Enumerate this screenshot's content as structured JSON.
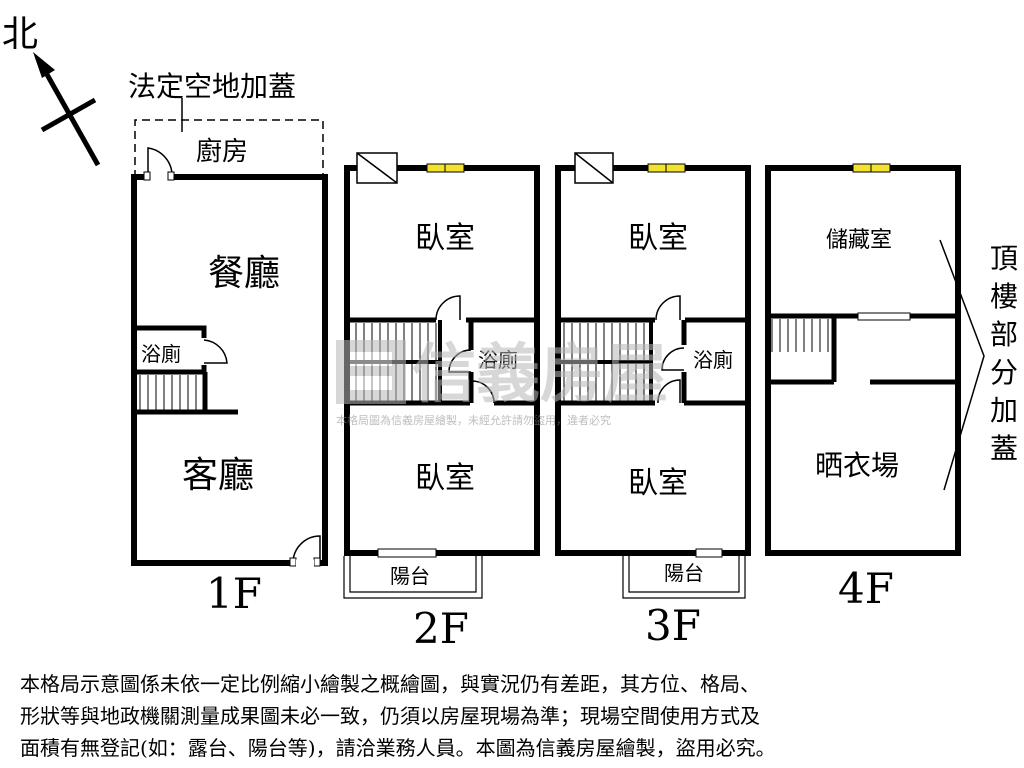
{
  "compass": {
    "label": "北"
  },
  "floor1": {
    "annex_label": "法定空地加蓋",
    "kitchen": "廚房",
    "dining": "餐廳",
    "bath": "浴廁",
    "living": "客廳",
    "floor_label": "1F"
  },
  "floor2": {
    "bedroom_top": "臥室",
    "bath": "浴廁",
    "bedroom_bottom": "臥室",
    "balcony": "陽台",
    "floor_label": "2F"
  },
  "floor3": {
    "bedroom_top": "臥室",
    "bath": "浴廁",
    "bedroom_bottom": "臥室",
    "balcony": "陽台",
    "floor_label": "3F"
  },
  "floor4": {
    "storage": "儲藏室",
    "laundry": "晒衣場",
    "roof_note": [
      "頂",
      "樓",
      "部",
      "分",
      "加",
      "蓋"
    ],
    "floor_label": "4F"
  },
  "watermark": {
    "brand": "信義房屋",
    "notice": "本格局圖為信義房屋繪製，未經允許請勿盜用，違者必究"
  },
  "disclaimer": {
    "line1": "本格局示意圖係未依一定比例縮小繪製之概繪圖，與實況仍有差距，其方位、格局、",
    "line2": "形狀等與地政機關測量成果圖未必一致，仍須以房屋現場為準；現場空間使用方式及",
    "line3": "面積有無登記(如：露台、陽台等)，請洽業務人員。本圖為信義房屋繪製，盜用必究。"
  },
  "colors": {
    "window": "#f2e12e",
    "watermark": "#b8b8b8",
    "wall": "#000000"
  }
}
